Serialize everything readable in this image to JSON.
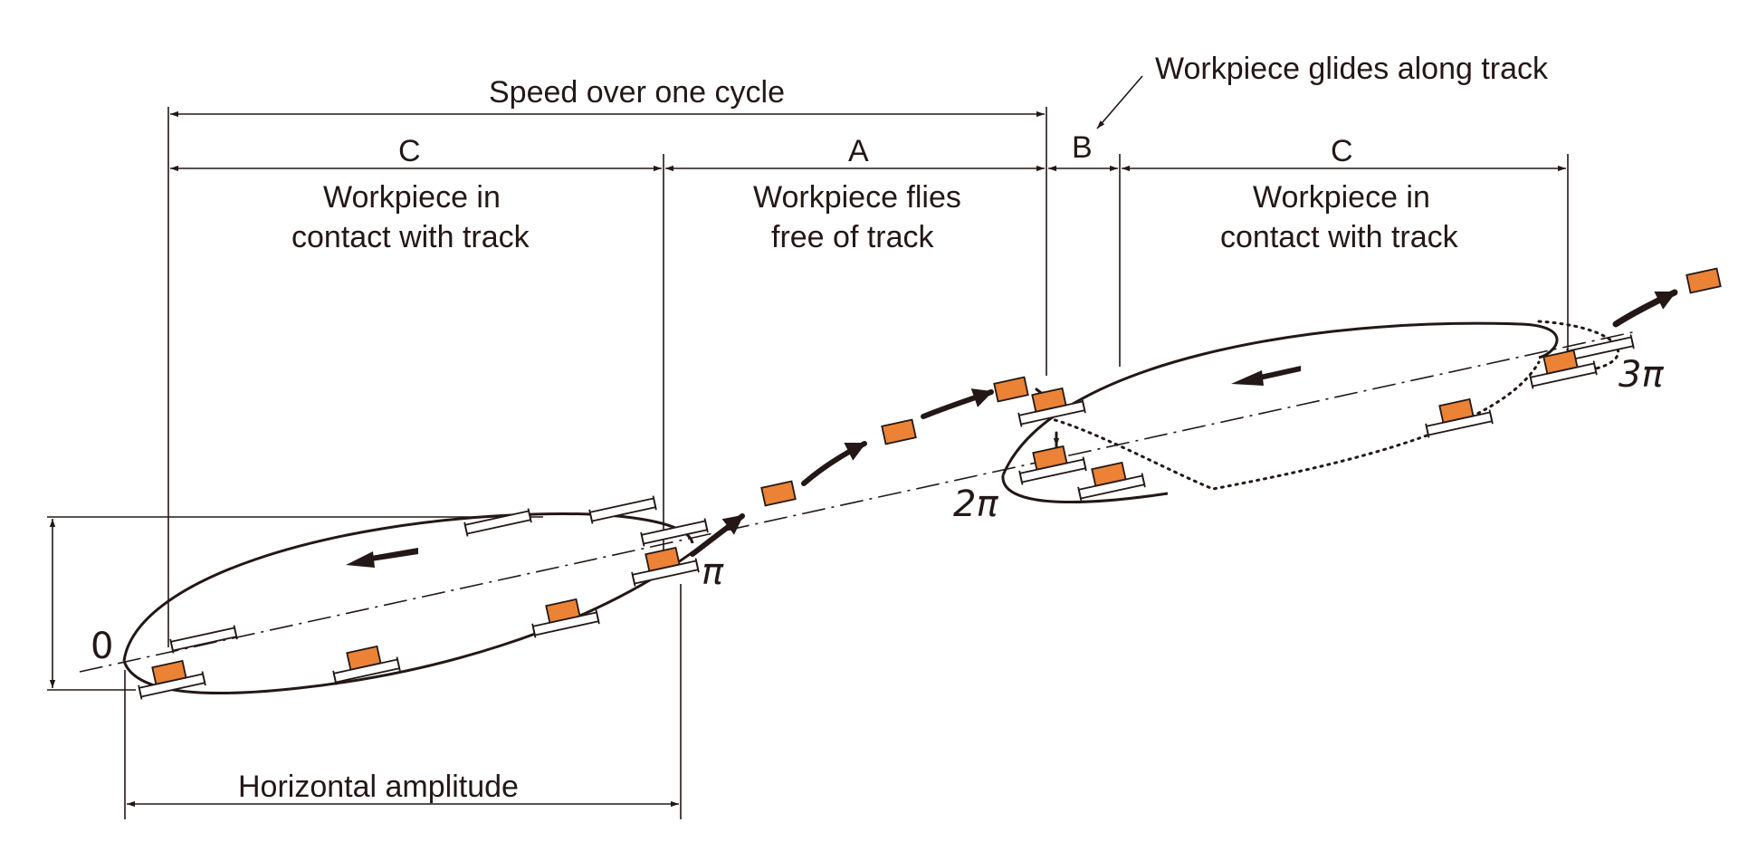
{
  "diagram": {
    "labels": {
      "speed_cycle": "Speed over one cycle",
      "glide_note": "Workpiece glides along track",
      "horizontal_amplitude": "Horizontal amplitude"
    },
    "segments": [
      {
        "key": "C",
        "line1": "Workpiece in",
        "line2": "contact with track"
      },
      {
        "key": "A",
        "line1": "Workpiece flies",
        "line2": "free of track"
      },
      {
        "key": "B"
      },
      {
        "key": "C",
        "line1": "Workpiece in",
        "line2": "contact with track"
      }
    ],
    "phases": [
      "0",
      "π",
      "2π",
      "3π"
    ],
    "colors": {
      "workpiece": "#EB8235",
      "ink": "#231815",
      "track_fill": "#ffffff"
    }
  }
}
